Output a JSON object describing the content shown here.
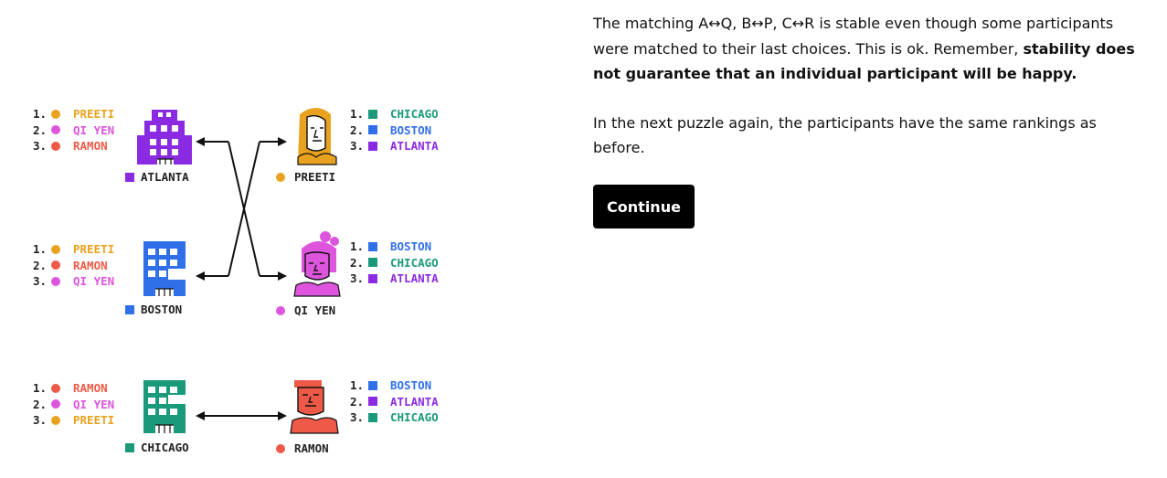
{
  "colors": {
    "atlanta": "#8a2be2",
    "boston": "#2f6fe8",
    "chicago": "#1a9a7a",
    "preeti": "#e8a21f",
    "qi_yen": "#dd55dd",
    "ramon": "#ee5a47",
    "text": "#111111",
    "button_bg": "#000000",
    "button_fg": "#ffffff"
  },
  "cities": [
    {
      "name": "ATLANTA",
      "icon": "building-icon",
      "color": "#8a2be2",
      "prefs": [
        {
          "rank": "1.",
          "name": "PREETI",
          "color": "#e8a21f"
        },
        {
          "rank": "2.",
          "name": "QI YEN",
          "color": "#dd55dd"
        },
        {
          "rank": "3.",
          "name": "RAMON",
          "color": "#ee5a47"
        }
      ]
    },
    {
      "name": "BOSTON",
      "icon": "building-icon",
      "color": "#2f6fe8",
      "prefs": [
        {
          "rank": "1.",
          "name": "PREETI",
          "color": "#e8a21f"
        },
        {
          "rank": "2.",
          "name": "RAMON",
          "color": "#ee5a47"
        },
        {
          "rank": "3.",
          "name": "QI YEN",
          "color": "#dd55dd"
        }
      ]
    },
    {
      "name": "CHICAGO",
      "icon": "building-icon",
      "color": "#1a9a7a",
      "prefs": [
        {
          "rank": "1.",
          "name": "RAMON",
          "color": "#ee5a47"
        },
        {
          "rank": "2.",
          "name": "QI YEN",
          "color": "#dd55dd"
        },
        {
          "rank": "3.",
          "name": "PREETI",
          "color": "#e8a21f"
        }
      ]
    }
  ],
  "people": [
    {
      "name": "PREETI",
      "icon": "person-icon",
      "color": "#e8a21f",
      "prefs": [
        {
          "rank": "1.",
          "name": "CHICAGO",
          "color": "#1a9a7a"
        },
        {
          "rank": "2.",
          "name": "BOSTON",
          "color": "#2f6fe8"
        },
        {
          "rank": "3.",
          "name": "ATLANTA",
          "color": "#8a2be2"
        }
      ]
    },
    {
      "name": "QI YEN",
      "icon": "person-icon",
      "color": "#dd55dd",
      "prefs": [
        {
          "rank": "1.",
          "name": "BOSTON",
          "color": "#2f6fe8"
        },
        {
          "rank": "2.",
          "name": "CHICAGO",
          "color": "#1a9a7a"
        },
        {
          "rank": "3.",
          "name": "ATLANTA",
          "color": "#8a2be2"
        }
      ]
    },
    {
      "name": "RAMON",
      "icon": "person-icon",
      "color": "#ee5a47",
      "prefs": [
        {
          "rank": "1.",
          "name": "BOSTON",
          "color": "#2f6fe8"
        },
        {
          "rank": "2.",
          "name": "ATLANTA",
          "color": "#8a2be2"
        },
        {
          "rank": "3.",
          "name": "CHICAGO",
          "color": "#1a9a7a"
        }
      ]
    }
  ],
  "matching": [
    {
      "city": "ATLANTA",
      "person": "QI YEN"
    },
    {
      "city": "BOSTON",
      "person": "PREETI"
    },
    {
      "city": "CHICAGO",
      "person": "RAMON"
    }
  ],
  "panel": {
    "para1_plain": "The matching A↔Q, B↔P, C↔R is stable even though some participants were matched to their last choices. This is ok. Remember, ",
    "para1_bold": "stability does not guarantee that an individual participant will be happy.",
    "para2": "In the next puzzle again, the participants have the same rankings as before.",
    "continue_label": "Continue"
  }
}
